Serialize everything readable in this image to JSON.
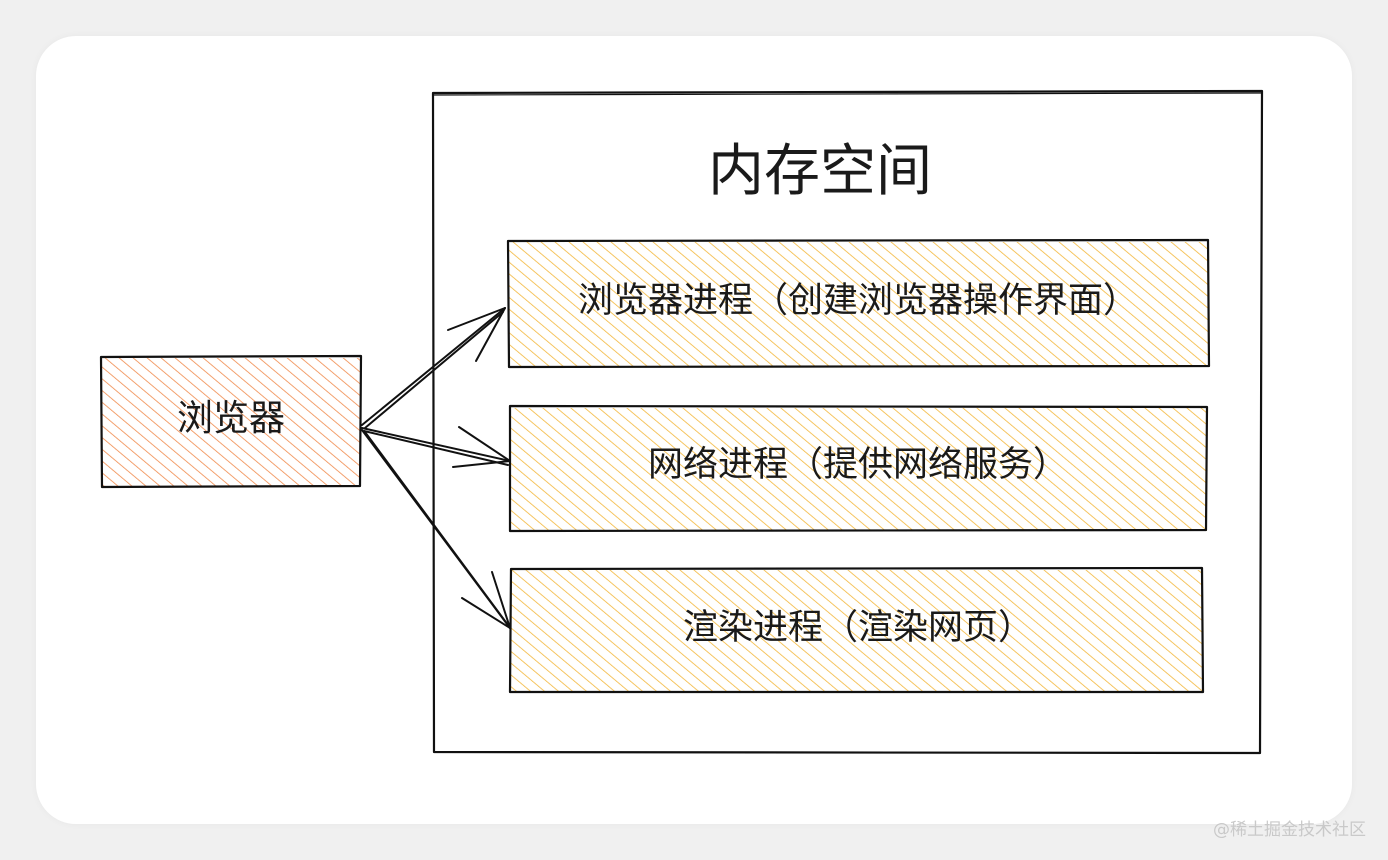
{
  "diagram": {
    "title": "内存空间",
    "source_node": {
      "label": "浏览器",
      "fill_color": "#f08040"
    },
    "process_nodes": [
      {
        "label": "浏览器进程（创建浏览器操作界面）",
        "fill_color": "#f2b630"
      },
      {
        "label": "网络进程（提供网络服务）",
        "fill_color": "#f2b630"
      },
      {
        "label": "渲染进程（渲染网页）",
        "fill_color": "#f2b630"
      }
    ],
    "stroke_color": "#111111"
  },
  "watermark": "@稀土掘金技术社区"
}
